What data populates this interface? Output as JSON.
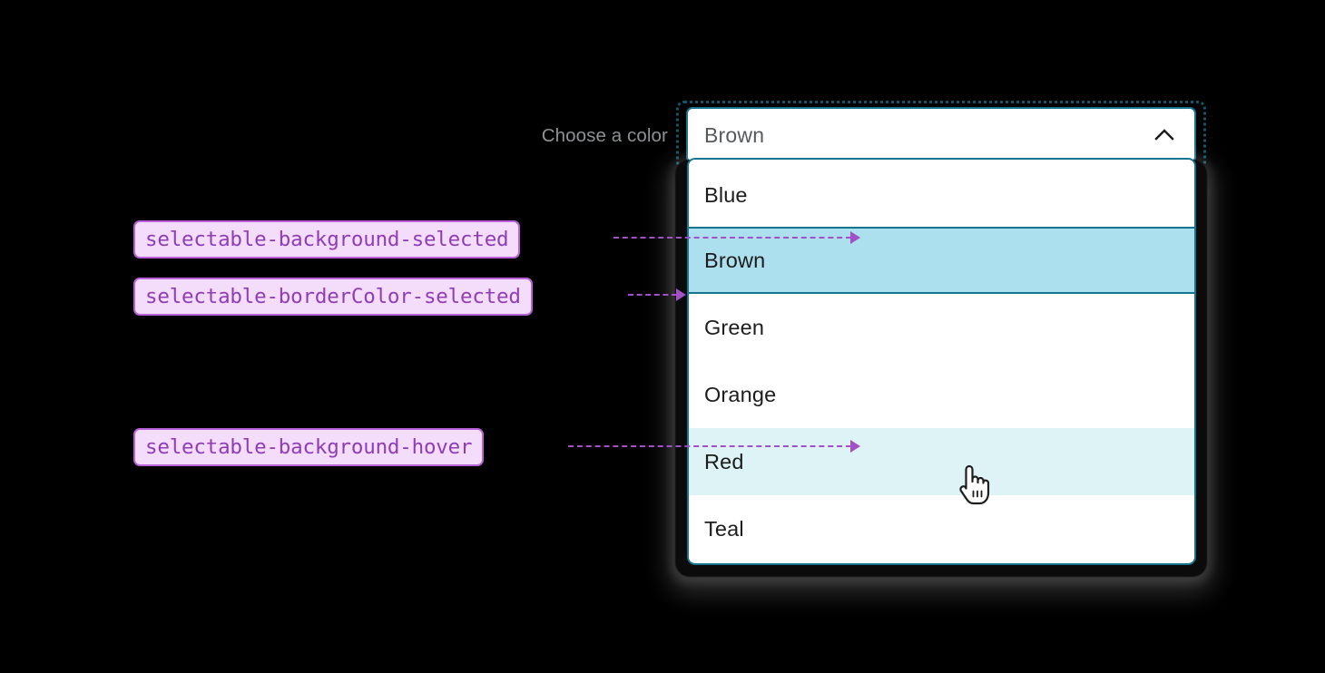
{
  "field": {
    "label": "Choose a color",
    "value": "Brown",
    "toggle_icon": "chevron-up-icon",
    "state": "focused-open"
  },
  "dropdown": {
    "options": [
      {
        "label": "Blue",
        "state": "default"
      },
      {
        "label": "Brown",
        "state": "selected"
      },
      {
        "label": "Green",
        "state": "default"
      },
      {
        "label": "Orange",
        "state": "default"
      },
      {
        "label": "Red",
        "state": "hover"
      },
      {
        "label": "Teal",
        "state": "default"
      }
    ]
  },
  "annotations": [
    {
      "token": "selectable-background-selected",
      "points_to": "option-brown-background"
    },
    {
      "token": "selectable-borderColor-selected",
      "points_to": "option-brown-border-bottom"
    },
    {
      "token": "selectable-background-hover",
      "points_to": "option-red-background"
    }
  ],
  "colors": {
    "page_background": "#000000",
    "field_label_text": "#8e9295",
    "field_value_text": "#56595c",
    "control_border": "#15748f",
    "focus_ring": "#12566b",
    "selected_background": "#ade0ef",
    "hover_background": "#ddf3f5",
    "option_text": "#1c1c1c",
    "token_background": "#f4ddfa",
    "token_border": "#b961d8",
    "token_text": "#8f3cb8",
    "connector": "#a34fc7"
  },
  "cursor": {
    "icon": "pointing-hand-cursor"
  }
}
